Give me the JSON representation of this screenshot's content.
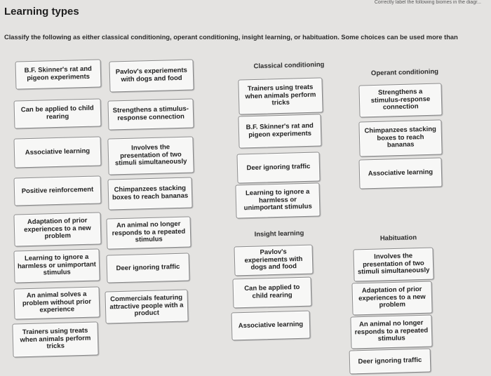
{
  "header": {
    "top_note": "Correctly label the following biomes in the diagr...",
    "title": "Learning types",
    "instruction": "Classify the following as either classical conditioning, operant conditioning, insight learning, or habituation. Some choices can be used more than"
  },
  "bank": [
    "B.F. Skinner's rat and pigeon experiments",
    "Pavlov's experiements with dogs and food",
    "Can be applied to child rearing",
    "Strengthens a stimulus-response connection",
    "Associative learning",
    "Involves the presentation of two stimuli simultaneously",
    "Positive reinforcement",
    "Chimpanzees stacking boxes to reach bananas",
    "Adaptation of prior experiences to a new problem",
    "An animal no longer responds to a repeated stimulus",
    "Learning to ignore a harmless or unimportant stimulus",
    "Deer ignoring traffic",
    "An animal solves a problem without prior experience",
    "Commercials featuring attractive people with a product",
    "Trainers using treats when animals perform tricks"
  ],
  "categories": {
    "classical": {
      "label": "Classical conditioning",
      "items": [
        "Trainers using treats when animals perform tricks",
        "B.F. Skinner's rat and pigeon experiments",
        "Deer ignoring traffic",
        "Learning to ignore a harmless or unimportant stimulus"
      ]
    },
    "operant": {
      "label": "Operant conditioning",
      "items": [
        "Strengthens a stimulus-response connection",
        "Chimpanzees stacking boxes to reach bananas",
        "Associative learning"
      ]
    },
    "insight": {
      "label": "Insight learning",
      "items": [
        "Pavlov's experiements with dogs and food",
        "Can be applied to child rearing",
        "Associative learning"
      ]
    },
    "habituation": {
      "label": "Habituation",
      "items": [
        "Involves the presentation of two stimuli simultaneously",
        "Adaptation of prior experiences to a new problem",
        "An animal no longer responds to a repeated stimulus",
        "Deer ignoring traffic"
      ]
    }
  }
}
